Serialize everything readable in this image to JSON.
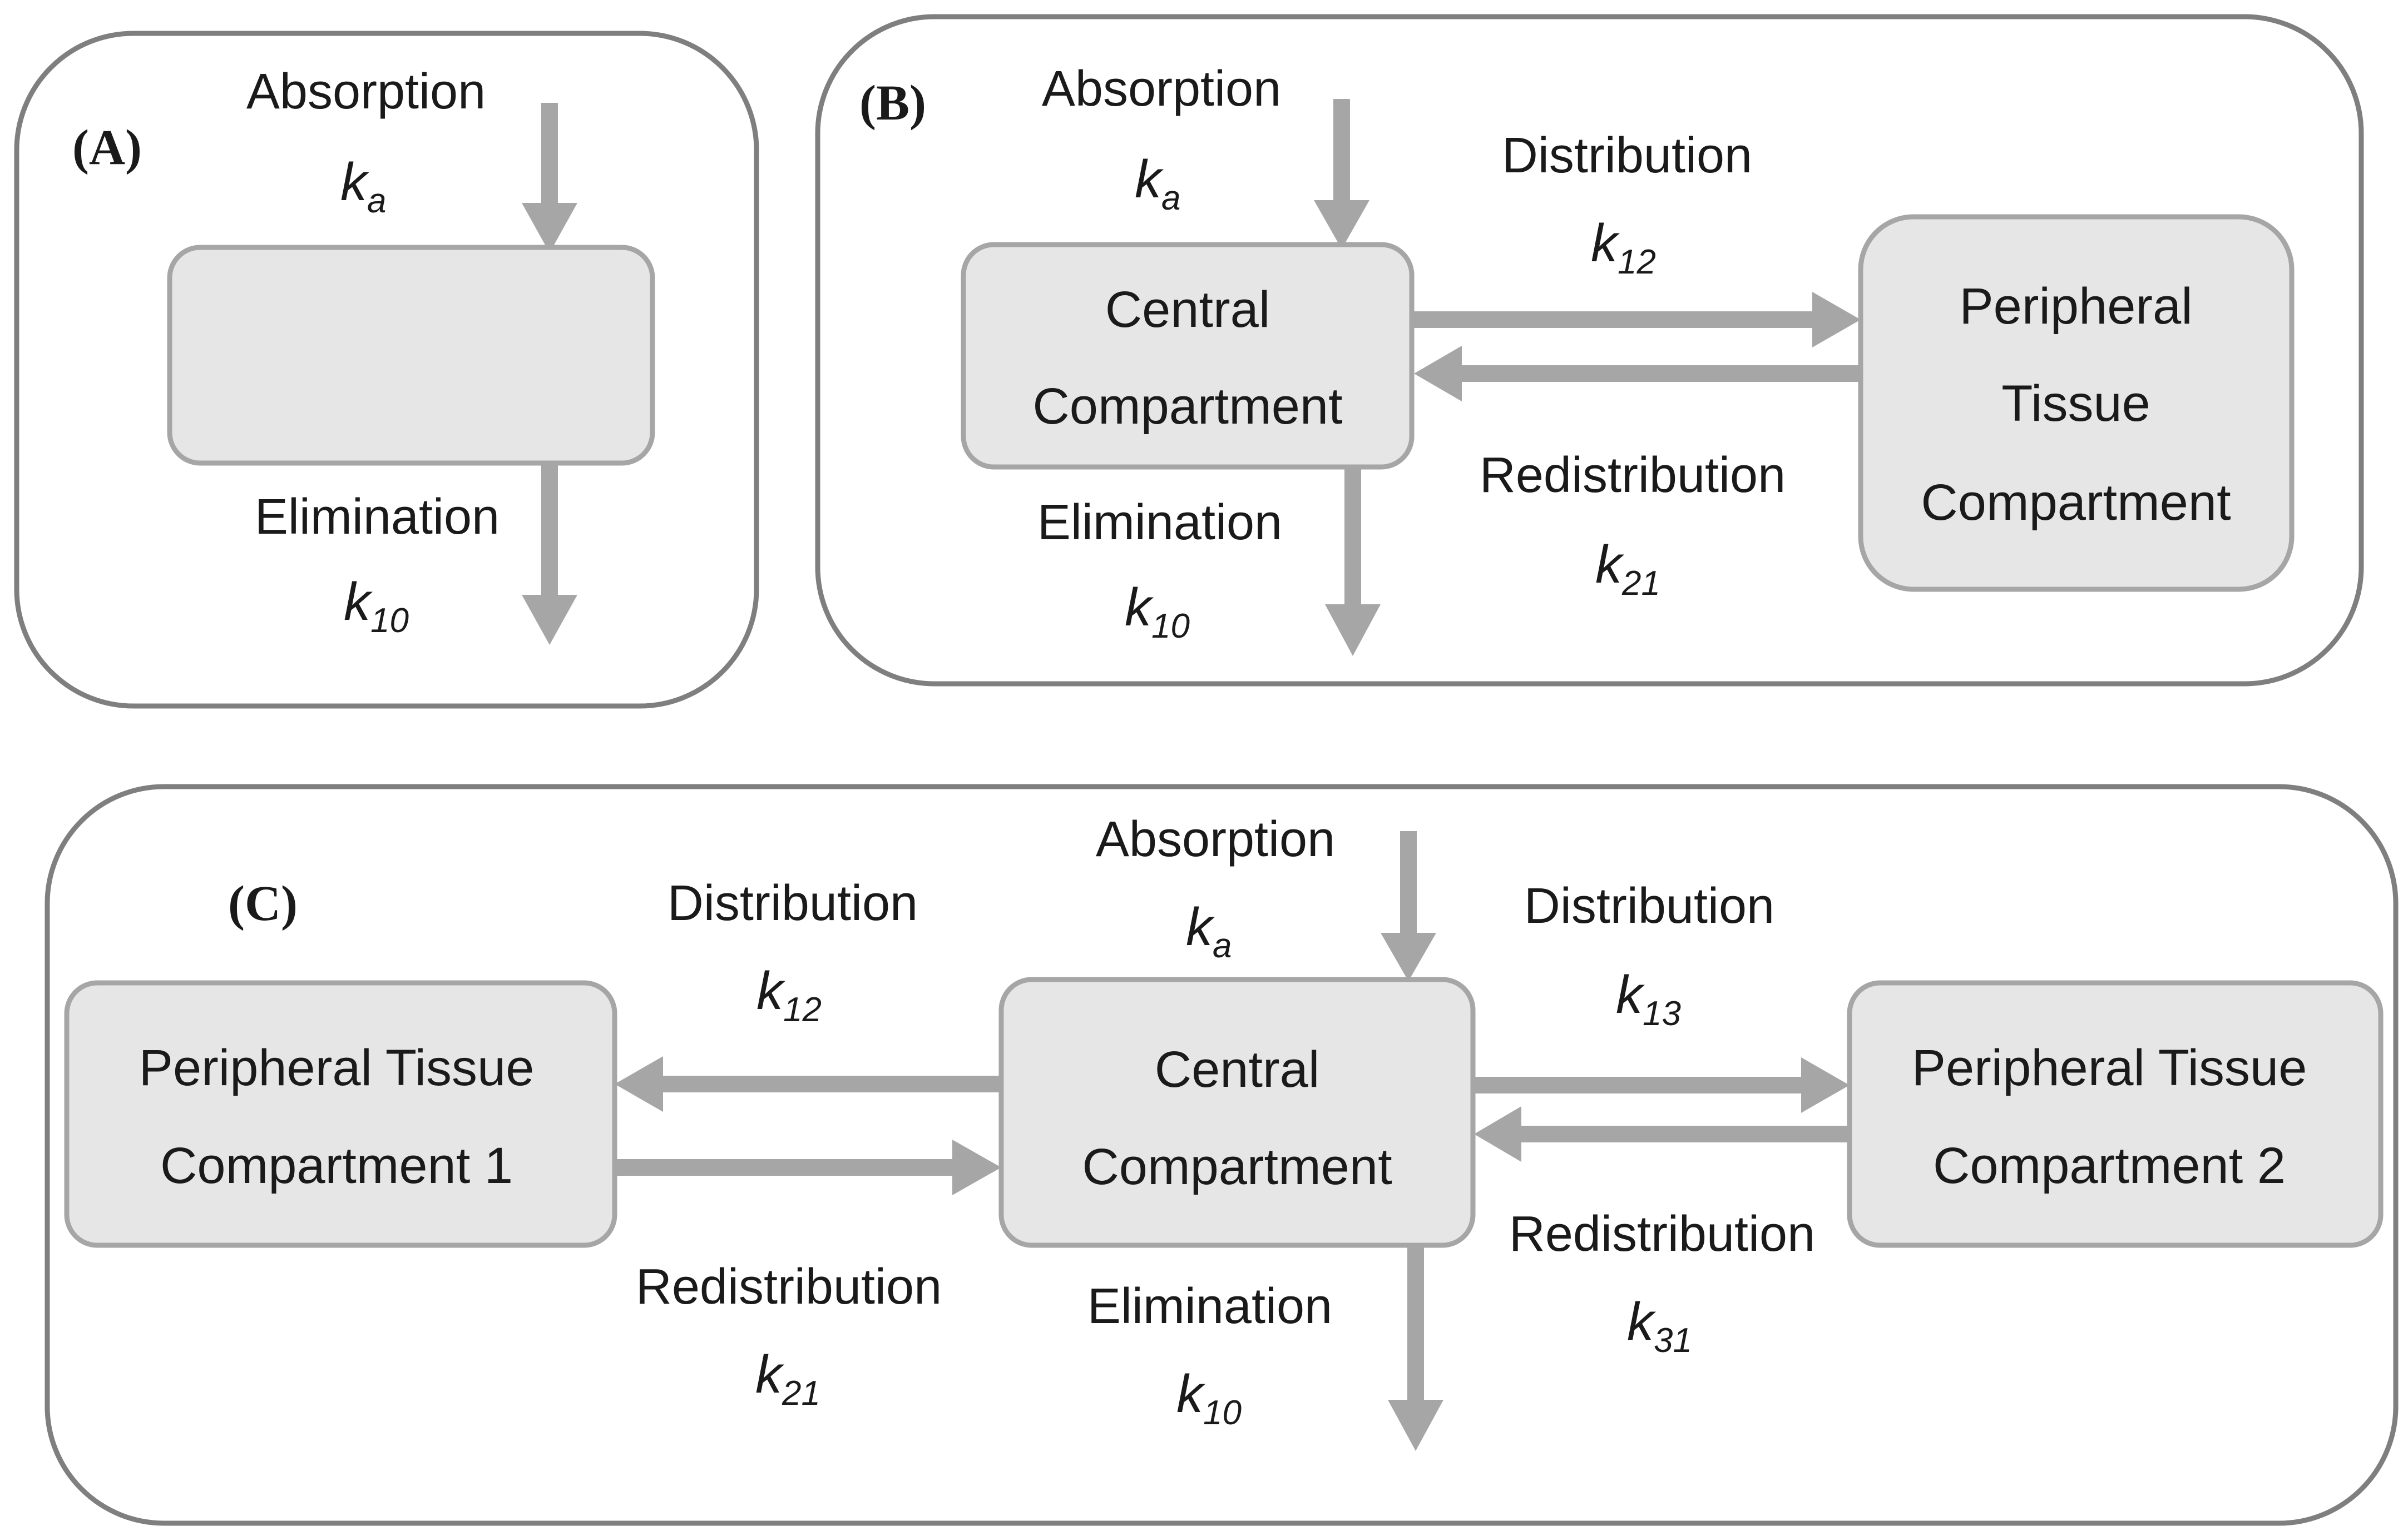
{
  "panels": {
    "a": {
      "tag": "(A)",
      "absorption": {
        "label": "Absorption",
        "k": "k",
        "sub": "a"
      },
      "elimination": {
        "label": "Elimination",
        "k": "k",
        "sub": "10"
      }
    },
    "b": {
      "tag": "(B)",
      "absorption": {
        "label": "Absorption",
        "k": "k",
        "sub": "a"
      },
      "central": {
        "line1": "Central",
        "line2": "Compartment"
      },
      "peripheral": {
        "line1": "Peripheral",
        "line2": "Tissue",
        "line3": "Compartment"
      },
      "distribution": {
        "label": "Distribution",
        "k": "k",
        "sub": "12"
      },
      "redistribution": {
        "label": "Redistribution",
        "k": "k",
        "sub": "21"
      },
      "elimination": {
        "label": "Elimination",
        "k": "k",
        "sub": "10"
      }
    },
    "c": {
      "tag": "(C)",
      "absorption": {
        "label": "Absorption",
        "k": "k",
        "sub": "a"
      },
      "central": {
        "line1": "Central",
        "line2": "Compartment"
      },
      "peripheral1": {
        "line1": "Peripheral Tissue",
        "line2": "Compartment 1"
      },
      "peripheral2": {
        "line1": "Peripheral Tissue",
        "line2": "Compartment 2"
      },
      "distribution_left": {
        "label": "Distribution",
        "k": "k",
        "sub": "12"
      },
      "redistribution_left": {
        "label": "Redistribution",
        "k": "k",
        "sub": "21"
      },
      "distribution_right": {
        "label": "Distribution",
        "k": "k",
        "sub": "13"
      },
      "redistribution_right": {
        "label": "Redistribution",
        "k": "k",
        "sub": "31"
      },
      "elimination": {
        "label": "Elimination",
        "k": "k",
        "sub": "10"
      }
    }
  }
}
